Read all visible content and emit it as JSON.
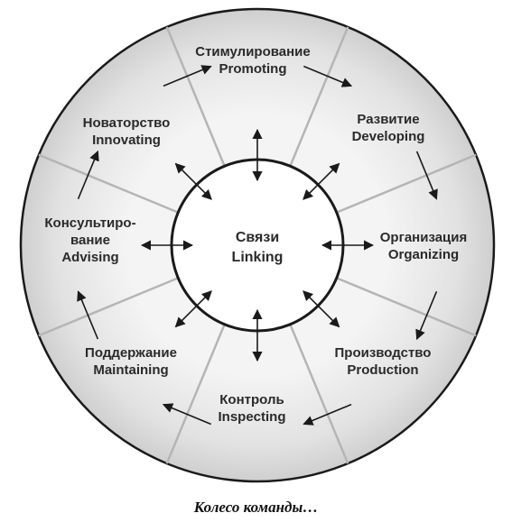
{
  "center": {
    "line1": "Связи",
    "line2": "Linking"
  },
  "segments": [
    {
      "id": "promoting",
      "lines": [
        "Стимулирование",
        "Promoting"
      ]
    },
    {
      "id": "developing",
      "lines": [
        "Развитие",
        "Developing"
      ]
    },
    {
      "id": "organizing",
      "lines": [
        "Организация",
        "Organizing"
      ]
    },
    {
      "id": "production",
      "lines": [
        "Производство",
        "Production"
      ]
    },
    {
      "id": "inspecting",
      "lines": [
        "Контроль",
        "Inspecting"
      ]
    },
    {
      "id": "maintaining",
      "lines": [
        "Поддержание",
        "Maintaining"
      ]
    },
    {
      "id": "advising",
      "lines": [
        "Консультиро-",
        "вание",
        "Advising"
      ]
    },
    {
      "id": "innovating",
      "lines": [
        "Новаторство",
        "Innovating"
      ]
    }
  ],
  "caption": "Колесо команды…",
  "colors": {
    "outer_ring": "#e6e6e6",
    "inner_fill": "#ffffff",
    "outline": "#1a1a1a",
    "divider": "#b5b5b5",
    "text": "#2a2a2a"
  }
}
